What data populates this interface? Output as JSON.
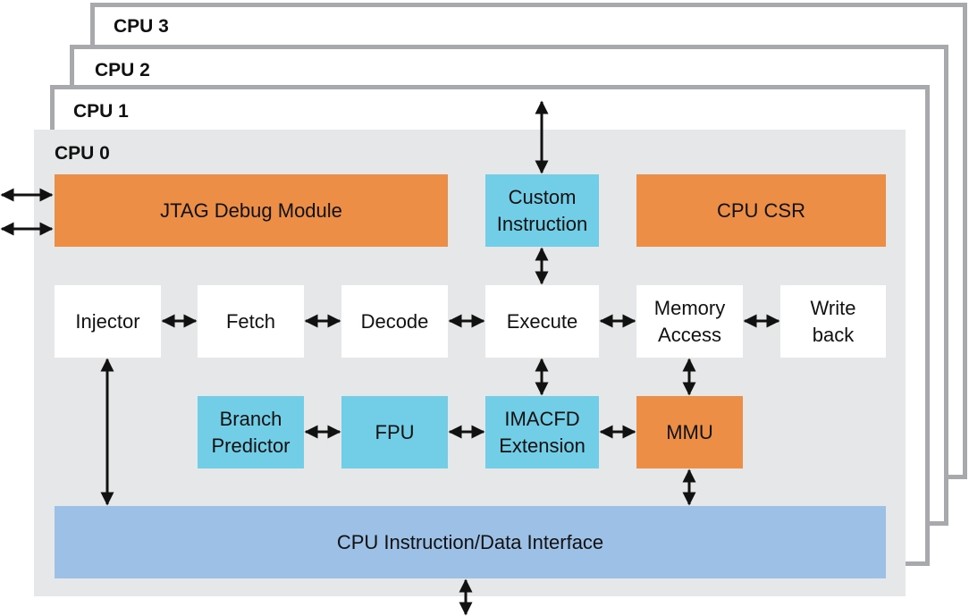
{
  "layers": [
    {
      "id": "cpu3",
      "label": "CPU 3"
    },
    {
      "id": "cpu2",
      "label": "CPU 2"
    },
    {
      "id": "cpu1",
      "label": "CPU 1"
    },
    {
      "id": "cpu0",
      "label": "CPU 0"
    }
  ],
  "blocks": {
    "jtag": "JTAG Debug Module",
    "custom": "Custom\nInstruction",
    "csr": "CPU CSR",
    "injector": "Injector",
    "fetch": "Fetch",
    "decode": "Decode",
    "execute": "Execute",
    "memory": "Memory\nAccess",
    "writeback": "Write\nback",
    "branch": "Branch\nPredictor",
    "fpu": "FPU",
    "imacfd": "IMACFD\nExtension",
    "mmu": "MMU",
    "interface": "CPU Instruction/Data Interface"
  },
  "colors": {
    "orange": "#ec8e45",
    "cyan": "#72cde7",
    "blue": "#9cc0e6",
    "panel": "#e6e7e8",
    "frame": "#a7a9ac"
  }
}
